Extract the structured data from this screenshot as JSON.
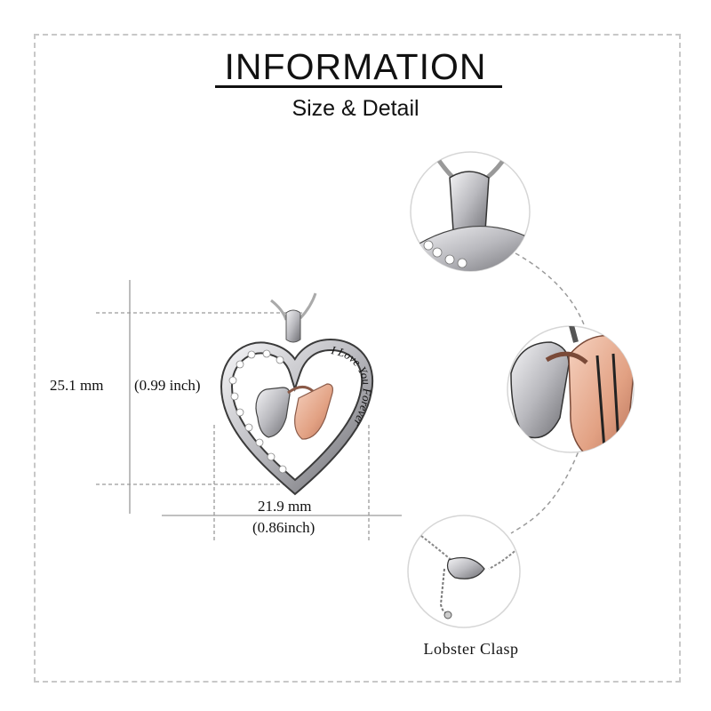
{
  "header": {
    "title": "INFORMATION",
    "subtitle": "Size & Detail"
  },
  "dimensions": {
    "height_mm": "25.1 mm",
    "height_in": "(0.99 inch)",
    "width_mm": "21.9 mm",
    "width_in": "(0.86inch)"
  },
  "engraving": "I Love You Forever",
  "detail_views": {
    "clasp_caption": "Lobster  Clasp"
  },
  "colors": {
    "silver": "#c9c9cc",
    "rose_gold": "#e6a98f",
    "dash_line": "#9a9a9a",
    "frame": "#c8c8c8"
  }
}
